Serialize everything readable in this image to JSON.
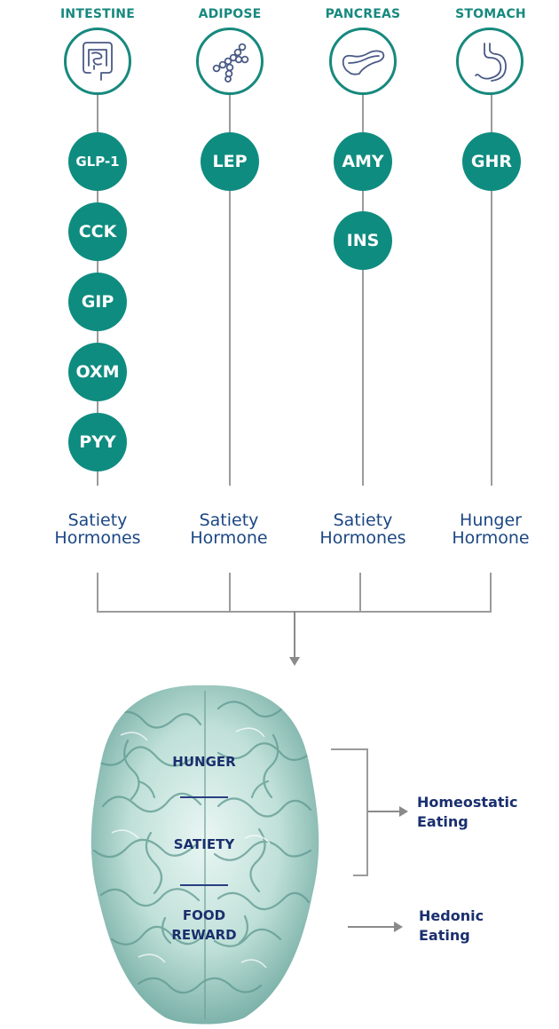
{
  "organs": [
    {
      "label": "INTESTINE",
      "icon": "intestine-icon"
    },
    {
      "label": "ADIPOSE",
      "icon": "adipose-icon"
    },
    {
      "label": "PANCREAS",
      "icon": "pancreas-icon"
    },
    {
      "label": "STOMACH",
      "icon": "stomach-icon"
    }
  ],
  "hormones": {
    "intestine": [
      "GLP-1",
      "CCK",
      "GIP",
      "OXM",
      "PYY"
    ],
    "adipose": [
      "LEP"
    ],
    "pancreas": [
      "AMY",
      "INS"
    ],
    "stomach": [
      "GHR"
    ]
  },
  "hormone_types": [
    {
      "line1": "Satiety",
      "line2": "Hormones"
    },
    {
      "line1": "Satiety",
      "line2": "Hormone"
    },
    {
      "line1": "Satiety",
      "line2": "Hormones"
    },
    {
      "line1": "Hunger",
      "line2": "Hormone"
    }
  ],
  "brain": {
    "hunger": "HUNGER",
    "satiety": "SATIETY",
    "food_reward_line1": "FOOD",
    "food_reward_line2": "REWARD"
  },
  "outcomes": {
    "homeostatic_line1": "Homeostatic",
    "homeostatic_line2": "Eating",
    "hedonic_line1": "Hedonic",
    "hedonic_line2": "Eating"
  },
  "colors": {
    "teal": "#0f8c80",
    "label_teal": "#17897e",
    "navy": "#1c4784",
    "line_gray": "#9b9b9b"
  }
}
